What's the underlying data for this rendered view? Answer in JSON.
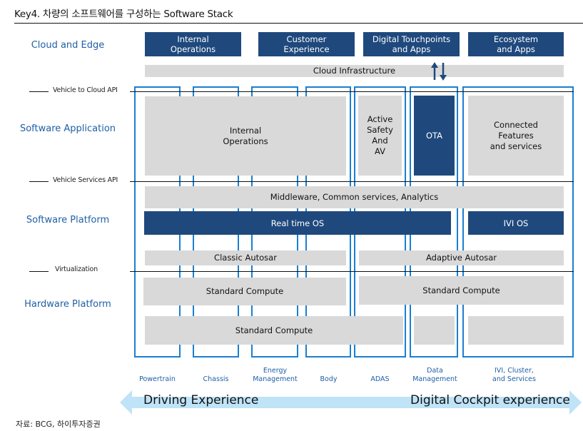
{
  "title": "Key4. 차량의 소프트웨어를 구성하는 Software Stack",
  "layers": {
    "cloud_edge": "Cloud and Edge",
    "software_application": "Software  Application",
    "software_platform": "Software Platform",
    "hardware_platform": "Hardware Platform"
  },
  "apis": {
    "vehicle_to_cloud": "Vehicle to Cloud API",
    "vehicle_services": "Vehicle Services API",
    "virtualization": "Virtualization"
  },
  "cloud_boxes": [
    {
      "line1": "Internal",
      "line2": "Operations"
    },
    {
      "line1": "Customer",
      "line2": "Experience"
    },
    {
      "line1": "Digital Touchpoints",
      "line2": "and Apps"
    },
    {
      "line1": "Ecosystem",
      "line2": "and Apps"
    }
  ],
  "cloud_infrastructure": "Cloud Infrastructure",
  "sync_arrows_icon": "up-down-arrows",
  "application_boxes": {
    "internal_operations": {
      "line1": "Internal",
      "line2": "Operations"
    },
    "active_safety": {
      "line1": "Active",
      "line2": "Safety",
      "line3": "And",
      "line4": "AV"
    },
    "ota": "OTA",
    "connected_features": {
      "line1": "Connected",
      "line2": "Features",
      "line3": "and services"
    }
  },
  "platform_boxes": {
    "middleware": "Middleware, Common services, Analytics",
    "real_time_os": "Real time OS",
    "ivi_os": "IVI OS",
    "classic_autosar": "Classic Autosar",
    "adaptive_autosar": "Adaptive Autosar"
  },
  "hardware_boxes": {
    "standard_compute_left": "Standard Compute",
    "standard_compute_right": "Standard Compute",
    "standard_compute_bottom": "Standard Compute"
  },
  "domains": [
    {
      "line1": "",
      "line2": "Powertrain"
    },
    {
      "line1": "",
      "line2": "Chassis"
    },
    {
      "line1": "Energy",
      "line2": "Management"
    },
    {
      "line1": "",
      "line2": "Body"
    },
    {
      "line1": "",
      "line2": "ADAS"
    },
    {
      "line1": "Data",
      "line2": "Management"
    },
    {
      "line1": "IVI, Cluster,",
      "line2": "and Services"
    }
  ],
  "experience_arrow": {
    "left": "Driving Experience",
    "right": "Digital Cockpit experience"
  },
  "colors": {
    "dark_blue": "#1f497d",
    "column_blue": "#1a7fd1",
    "grey_box": "#d9d9d9",
    "label_blue": "#1f5fa6",
    "arrow_light_blue": "#bfe3f7"
  },
  "source": "자료: BCG,  하이투자증권"
}
